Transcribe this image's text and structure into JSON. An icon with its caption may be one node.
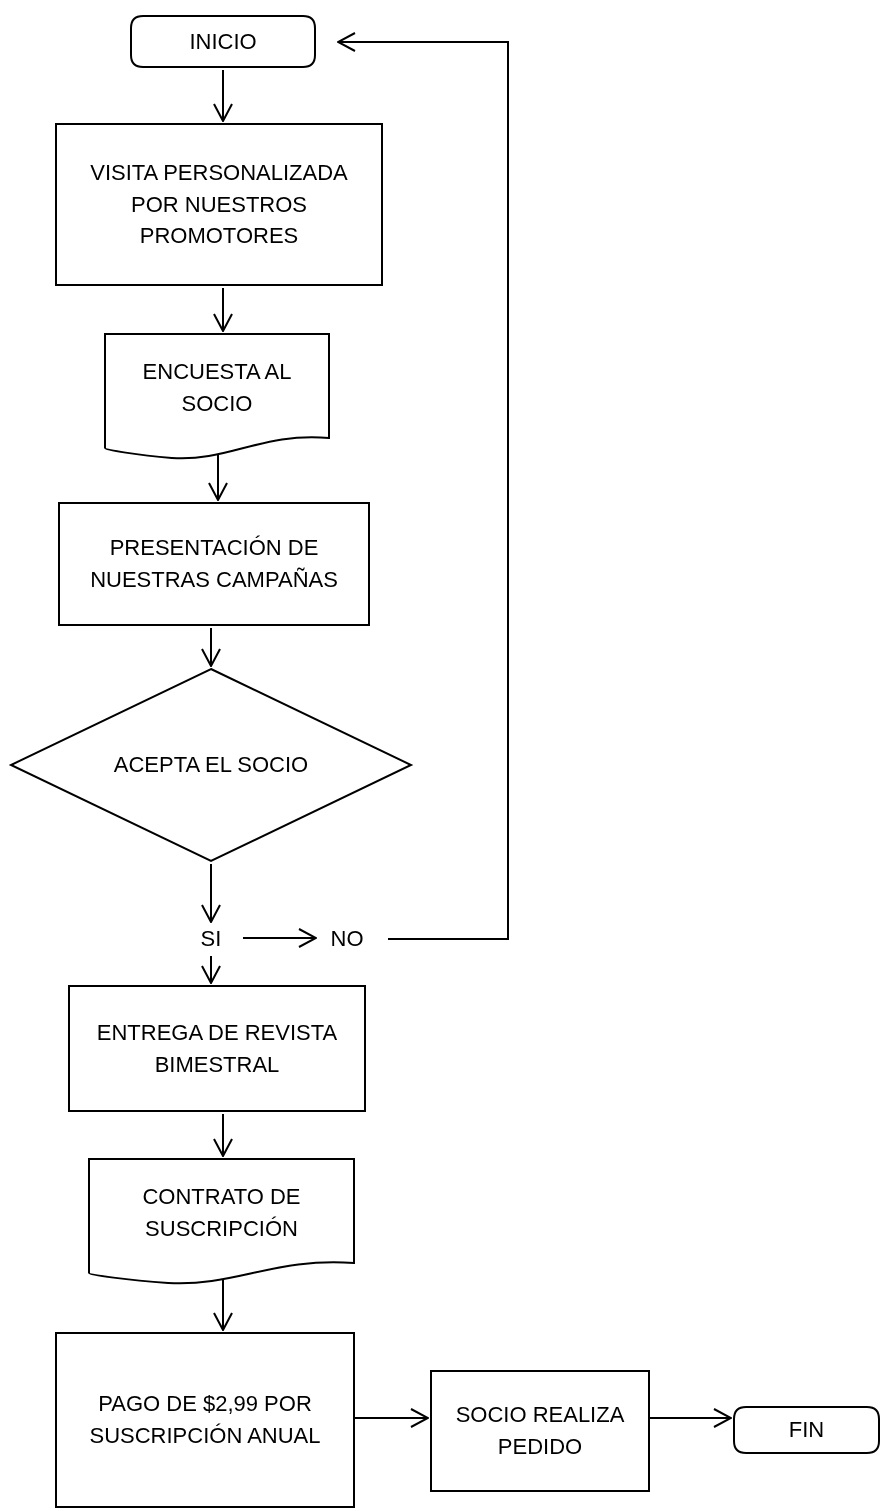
{
  "diagram": {
    "nodes": [
      {
        "text": [
          "INICIO"
        ]
      },
      {
        "text": [
          "VISITA PERSONALIZADA POR NUESTROS PROMOTORES"
        ]
      },
      {
        "text": [
          "ENCUESTA AL SOCIO"
        ]
      },
      {
        "text": [
          "PRESENTACIÓN DE NUESTRAS CAMPAÑAS"
        ]
      },
      {
        "text": [
          "ACEPTA EL SOCIO"
        ]
      },
      {
        "text": [
          "SI"
        ]
      },
      {
        "text": [
          "NO"
        ]
      },
      {
        "text": [
          "ENTREGA DE REVISTA BIMESTRAL"
        ]
      },
      {
        "text": [
          "CONTRATO DE SUSCRIPCIÓN"
        ]
      },
      {
        "text": [
          "PAGO DE $2,99 POR SUSCRIPCIÓN ANUAL"
        ]
      },
      {
        "text": [
          "SOCIO REALIZA PEDIDO"
        ]
      },
      {
        "text": [
          "FIN"
        ]
      }
    ],
    "edges": [
      {
        "from": 0,
        "to": 1,
        "arrow": "to"
      },
      {
        "from": 1,
        "to": 2,
        "arrow": "to"
      },
      {
        "from": 2,
        "to": 3,
        "arrow": "to"
      },
      {
        "from": 3,
        "to": 4,
        "arrow": "to"
      },
      {
        "from": 4,
        "to": 5,
        "arrow": "to"
      },
      {
        "from": 5,
        "to": 6,
        "arrow": "to"
      },
      {
        "from": 6,
        "to": 0,
        "arrow": "to"
      },
      {
        "from": 5,
        "to": 7,
        "arrow": "to"
      },
      {
        "from": 7,
        "to": 8,
        "arrow": "to"
      },
      {
        "from": 8,
        "to": 9,
        "arrow": "to"
      },
      {
        "from": 9,
        "to": 10,
        "arrow": "to"
      },
      {
        "from": 10,
        "to": 11,
        "arrow": "to"
      }
    ]
  }
}
